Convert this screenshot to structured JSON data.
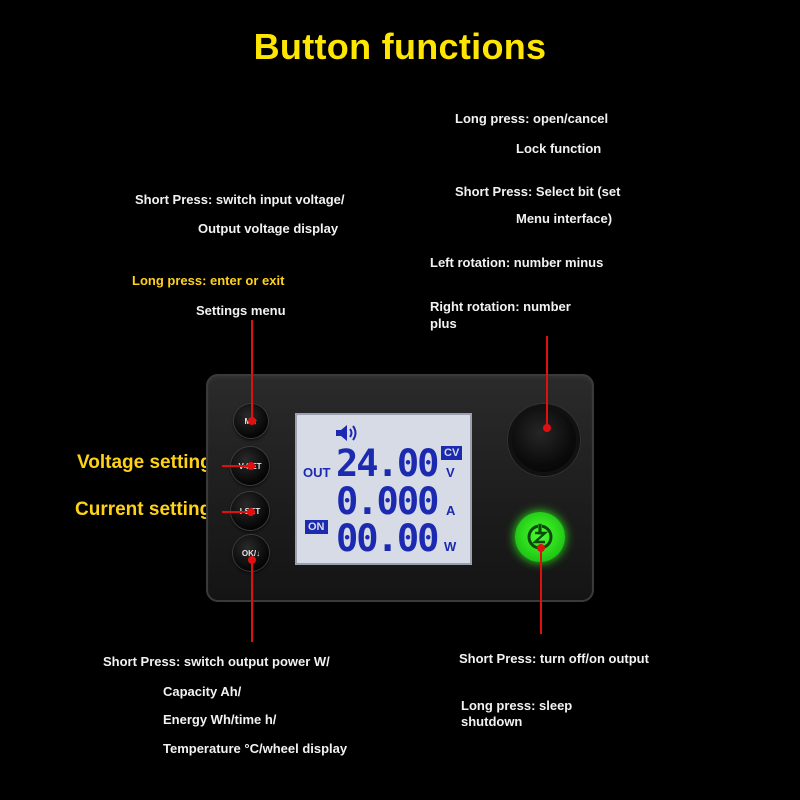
{
  "title": "Button functions",
  "notes": {
    "encoder_long_1": "Long press: open/cancel",
    "encoder_long_2": "Lock function",
    "encoder_short_1": "Short Press: Select bit (set",
    "encoder_short_2": "Menu interface)",
    "left_rotation": "Left rotation: number minus",
    "right_rotation_1": "Right rotation: number",
    "right_rotation_2": "plus",
    "m_short_1": "Short Press: switch input voltage/",
    "m_short_2": "Output voltage display",
    "m_long_1": "Long press: enter or exit",
    "m_long_2": "Settings menu",
    "voltage_setting": "Voltage setting",
    "current_setting": "Current setting",
    "ok_short_1": "Short Press: switch output power W/",
    "ok_short_2": "Capacity Ah/",
    "ok_short_3": "Energy Wh/time h/",
    "ok_short_4": "Temperature °C/wheel display",
    "power_short": "Short Press: turn off/on output",
    "power_long_1": "Long press: sleep",
    "power_long_2": "shutdown"
  },
  "buttons": {
    "m": "M/↑",
    "vset": "V-SET",
    "iset": "I-SET",
    "ok": "OK/↓"
  },
  "lcd": {
    "voltage": "24.00",
    "current": "0.000",
    "power": "00.00",
    "out_label": "OUT",
    "cv_tag": "CV",
    "on_tag": "ON",
    "unit_v": "V",
    "unit_a": "A",
    "unit_w": "W"
  },
  "colors": {
    "title_yellow": "#ffe600",
    "leader_red": "#e01010",
    "lcd_blue": "#1b2ab0",
    "power_green": "#28d41a"
  },
  "icons": [
    "speaker-icon",
    "power-icon",
    "rotary-knob-icon"
  ]
}
